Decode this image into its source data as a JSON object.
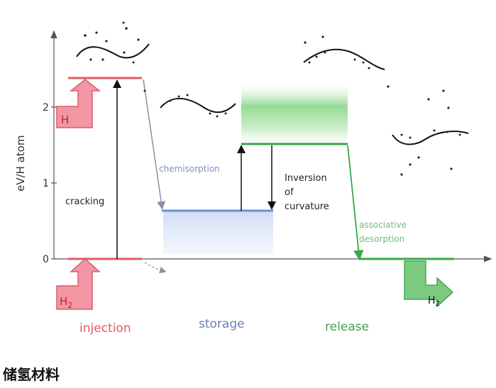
{
  "diagram": {
    "y_axis_label": "eV/H atom",
    "y_ticks": [
      "0",
      "1",
      "2"
    ],
    "labels": {
      "cracking": "cracking",
      "chemisorption": "chemisorption",
      "inversion_line1": "Inversion",
      "inversion_line2": "of",
      "inversion_line3": "curvature",
      "associative_line1": "associative",
      "associative_line2": "desorption",
      "h_atom": "H",
      "h2_main": "H",
      "h2_sub": "2",
      "h_release": "H",
      "h_release_sub": "2"
    },
    "stages": {
      "injection": "injection",
      "storage": "storage",
      "release": "release"
    },
    "colors": {
      "injection": "#e05a6a",
      "storage": "#6a8fd6",
      "release": "#3aa64a",
      "axis": "#555555"
    },
    "energy_levels_eV": {
      "cracked_H": 2.4,
      "chemisorbed": 0.6,
      "release_barrier": 1.5,
      "ground": 0
    }
  },
  "caption": "储氢材料"
}
